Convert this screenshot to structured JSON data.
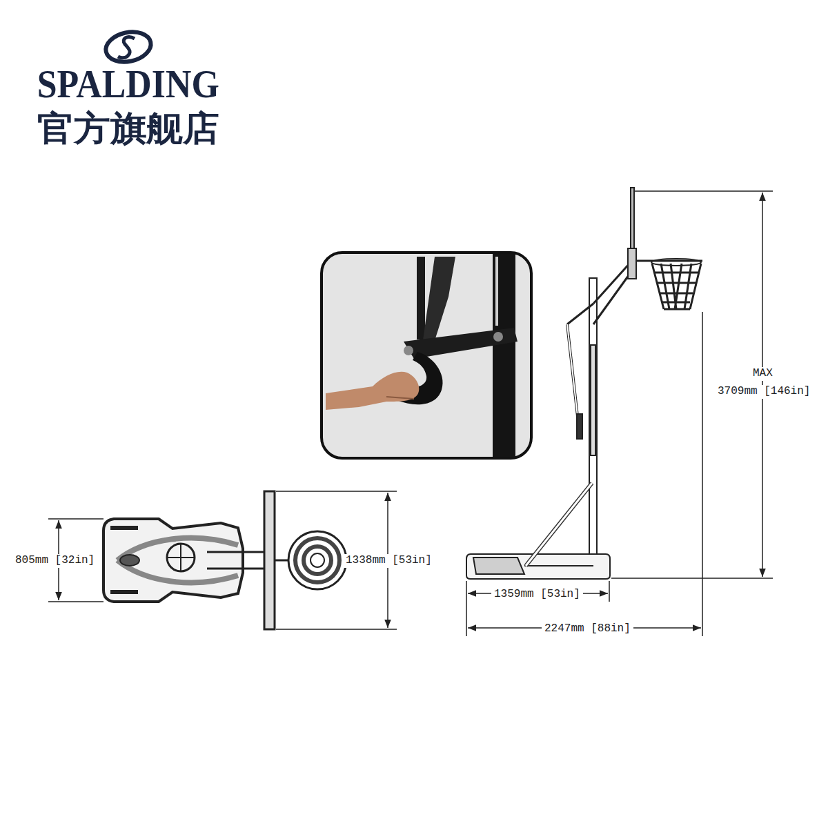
{
  "diagram": {
    "labels": [
      "SPALDING",
      "官方旗舰店",
      "805mm [32in]",
      "1338mm [53in]",
      "MAX",
      "3709mm [146in]",
      "1359mm [53in]",
      "2247mm [88in]"
    ]
  }
}
